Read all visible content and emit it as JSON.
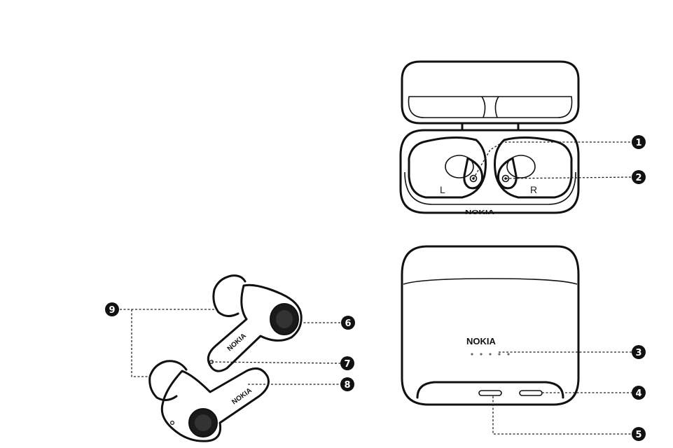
{
  "brand_text": "NOKIA",
  "side_labels": {
    "left": "L",
    "right": "R"
  },
  "callouts": [
    "1",
    "2",
    "3",
    "4",
    "5",
    "6",
    "7",
    "8",
    "9"
  ],
  "colors": {
    "line": "#111111",
    "background": "#ffffff",
    "callout_fill": "#111111",
    "callout_text": "#ffffff"
  }
}
